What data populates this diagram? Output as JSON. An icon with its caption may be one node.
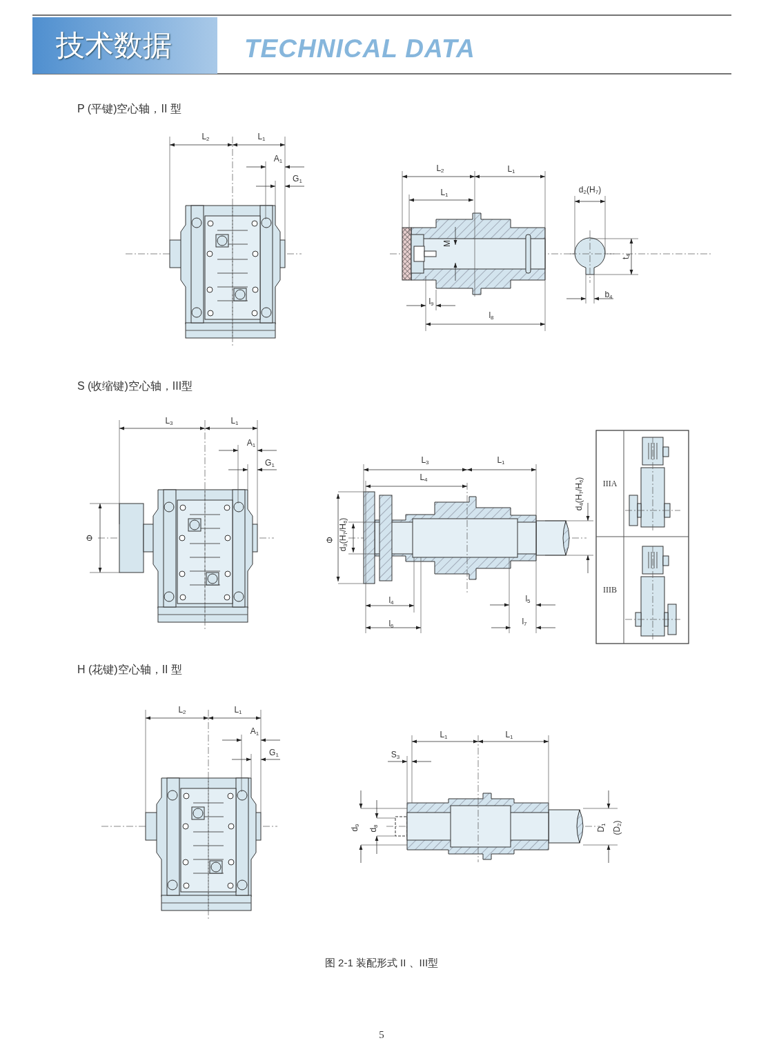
{
  "diagram": {
    "caption": "图 2-1 装配形式  II 、III型",
    "nodes": [
      {
        "text": [
          "技术数据"
        ]
      },
      {
        "text": [
          "IIIA"
        ]
      },
      {
        "text": [
          "IIIB"
        ]
      }
    ],
    "labels": [
      "TECHNICAL DATA",
      "P (平键)空心轴，II 型",
      "L$_{2}$",
      "L$_{1}$",
      "A$_{1}$",
      "G$_{1}$",
      "L$_{2}$",
      "L$_{1}$",
      "L$_{1}$",
      "d$_{2}$(H$_{7}$)",
      "M",
      "t$_{4}$",
      "l$_{9}$",
      "b$_{4}$",
      "l$_{8}$",
      "S (收缩键)空心轴，III型",
      "L$_{3}$",
      "L$_{1}$",
      "A$_{1}$",
      "G$_{1}$",
      "Φ",
      "L$_{3}$",
      "L$_{1}$",
      "L$_{4}$",
      "d$_{4}$(H$_{7}$/H$_{6}$)",
      "Φ",
      "d$_{3}$(H$_{7}$/H$_{6}$)",
      "l$_{4}$",
      "l$_{5}$",
      "l$_{6}$",
      "l$_{7}$",
      "H (花键)空心轴，II 型",
      "L$_{2}$",
      "L$_{1}$",
      "A$_{1}$",
      "G$_{1}$",
      "L$_{1}$",
      "L$_{1}$",
      "S$_{3}$",
      "d$_{9}$",
      "d$_{8}$",
      "D$_{1}$",
      "(D$_{2}$)",
      "5"
    ]
  }
}
